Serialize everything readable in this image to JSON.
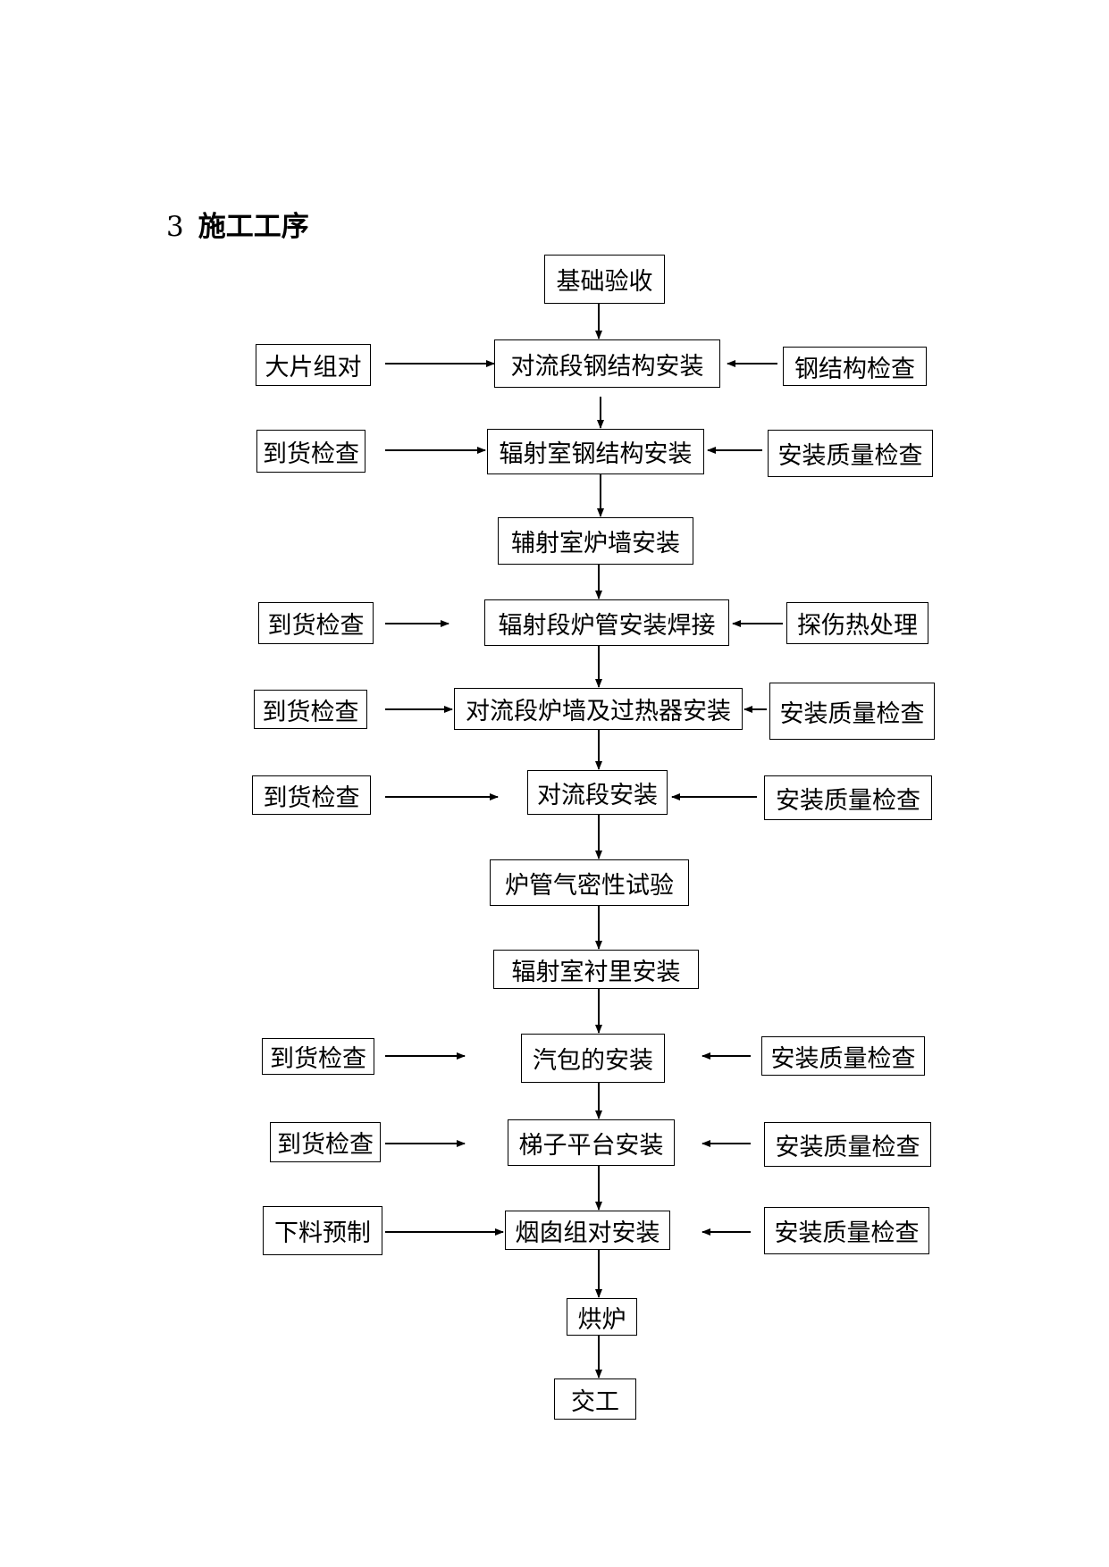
{
  "section": {
    "number": "3",
    "title": "施工工序"
  },
  "diagram": {
    "main_steps": [
      "基础验收",
      "对流段钢结构安装",
      "辐射室钢结构安装",
      "辅射室炉墙安装",
      "辐射段炉管安装焊接",
      "对流段炉墙及过热器安装",
      "对流段安装",
      "炉管气密性试验",
      "辐射室衬里安装",
      "汽包的安装",
      "梯子平台安装",
      "烟囱组对安装",
      "烘炉",
      "交工"
    ],
    "left_inputs": [
      {
        "label": "大片组对",
        "target": "对流段钢结构安装"
      },
      {
        "label": "到货检查",
        "target": "辐射室钢结构安装"
      },
      {
        "label": "到货检查",
        "target": "辐射段炉管安装焊接"
      },
      {
        "label": "到货检查",
        "target": "对流段炉墙及过热器安装"
      },
      {
        "label": "到货检查",
        "target": "对流段安装"
      },
      {
        "label": "到货检查",
        "target": "汽包的安装"
      },
      {
        "label": "到货检查",
        "target": "梯子平台安装"
      },
      {
        "label": "下料预制",
        "target": "烟囱组对安装"
      }
    ],
    "right_inputs": [
      {
        "label": "钢结构检查",
        "target": "对流段钢结构安装"
      },
      {
        "label": "安装质量检查",
        "target": "辐射室钢结构安装"
      },
      {
        "label": "探伤热处理",
        "target": "辐射段炉管安装焊接"
      },
      {
        "label": "安装质量检查",
        "target": "对流段炉墙及过热器安装"
      },
      {
        "label": "安装质量检查",
        "target": "对流段安装"
      },
      {
        "label": "安装质量检查",
        "target": "汽包的安装"
      },
      {
        "label": "安装质量检查",
        "target": "梯子平台安装"
      },
      {
        "label": "安装质量检查",
        "target": "烟囱组对安装"
      }
    ]
  }
}
